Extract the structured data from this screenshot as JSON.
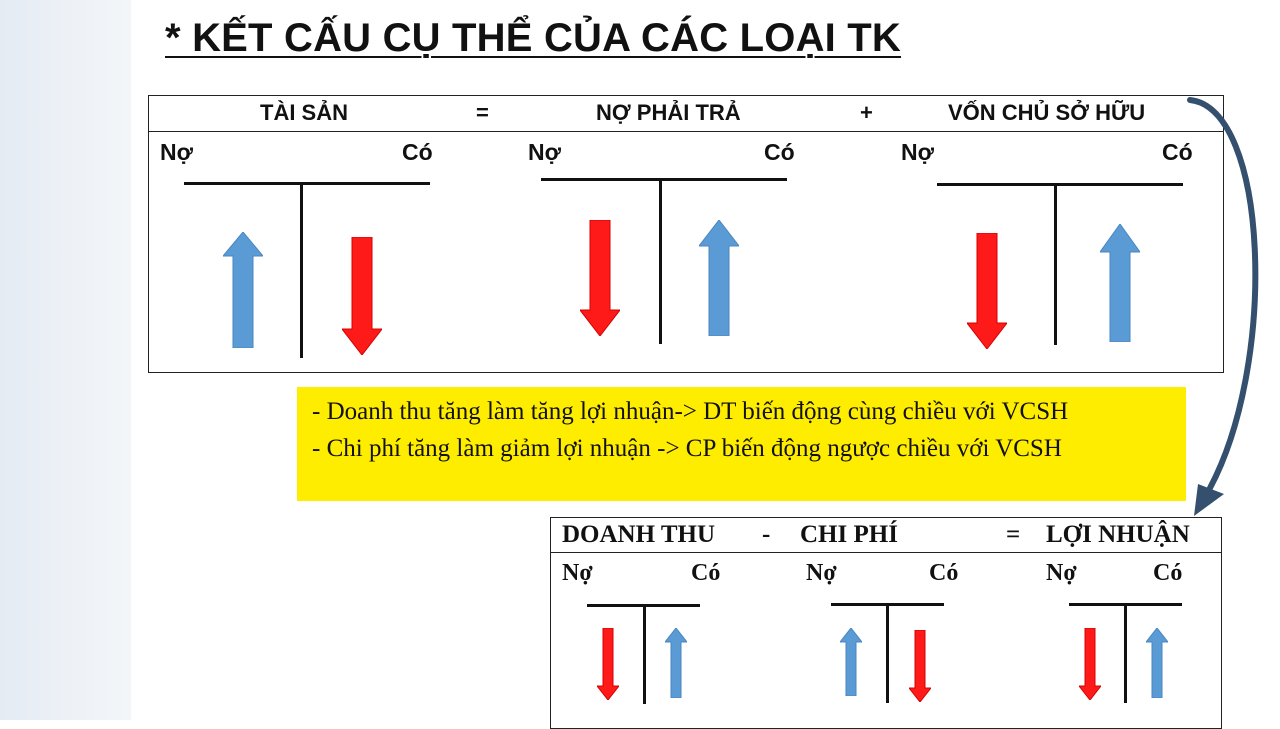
{
  "title": "* KẾT CẤU CỤ THỂ CỦA CÁC LOẠI TK",
  "top_equation": {
    "terms": [
      "TÀI SẢN",
      "NỢ PHẢI TRẢ",
      "VỐN CHỦ SỞ HỮU"
    ],
    "operators": [
      "=",
      "+"
    ],
    "accounts": [
      {
        "debit_label": "Nợ",
        "credit_label": "Có",
        "debit_arrow": "up",
        "credit_arrow": "down"
      },
      {
        "debit_label": "Nợ",
        "credit_label": "Có",
        "debit_arrow": "down",
        "credit_arrow": "up"
      },
      {
        "debit_label": "Nợ",
        "credit_label": "Có",
        "debit_arrow": "down",
        "credit_arrow": "up"
      }
    ]
  },
  "note": {
    "lines": [
      "- Doanh thu tăng làm tăng lợi nhuận-> DT biến động cùng chiều với VCSH",
      "- Chi phí tăng làm giảm lợi nhuận -> CP biến động ngược chiều với VCSH"
    ]
  },
  "bottom_equation": {
    "terms": [
      "DOANH THU",
      "CHI PHÍ",
      "LỢI NHUẬN"
    ],
    "operators": [
      "-",
      "="
    ],
    "accounts": [
      {
        "debit_label": "Nợ",
        "credit_label": "Có",
        "debit_arrow": "down",
        "credit_arrow": "up"
      },
      {
        "debit_label": "Nợ",
        "credit_label": "Có",
        "debit_arrow": "up",
        "credit_arrow": "down"
      },
      {
        "debit_label": "Nợ",
        "credit_label": "Có",
        "debit_arrow": "down",
        "credit_arrow": "up"
      }
    ]
  },
  "colors": {
    "increase_arrow": "#5b9bd5",
    "decrease_arrow": "#ff1a1a",
    "note_background": "#ffed00",
    "connector": "#34506e"
  },
  "icons": {
    "increase": "arrow-up-icon",
    "decrease": "arrow-down-icon",
    "connector": "curved-arrow-icon"
  }
}
